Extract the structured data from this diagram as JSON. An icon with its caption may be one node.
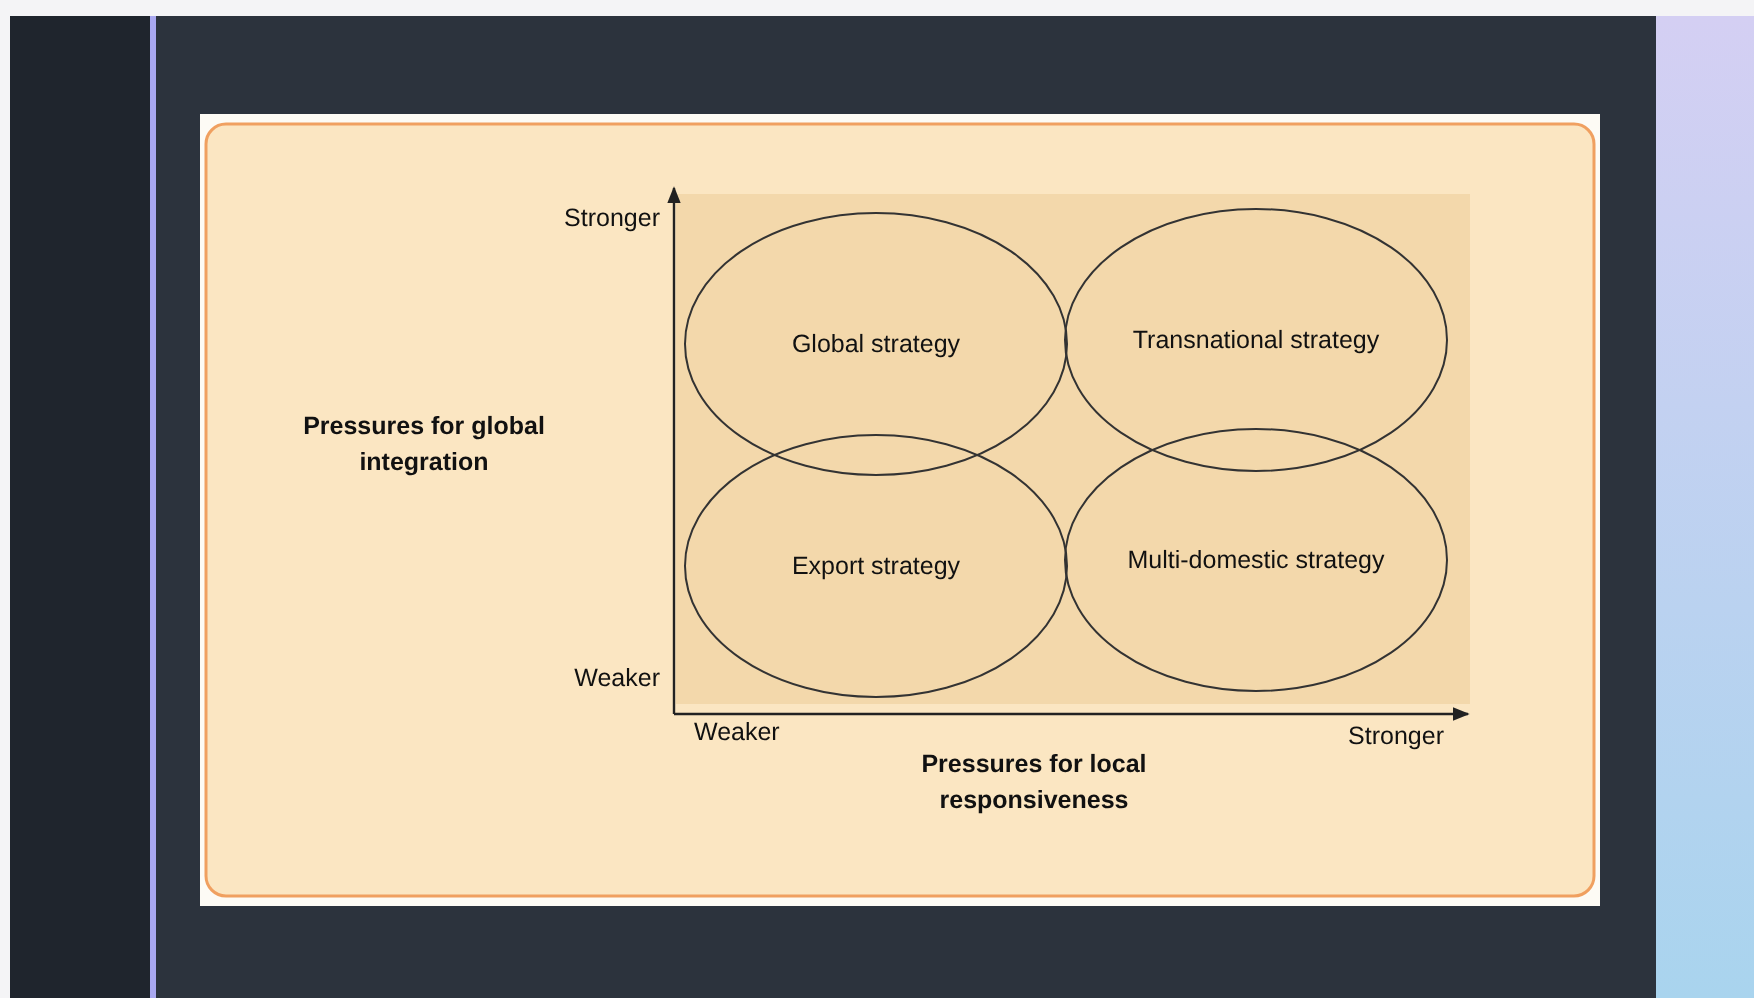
{
  "diagram": {
    "nodes": [
      {
        "text": [
          "Global strategy"
        ]
      },
      {
        "text": [
          "Transnational strategy"
        ]
      },
      {
        "text": [
          "Export strategy"
        ]
      },
      {
        "text": [
          "Multi-domestic strategy"
        ]
      }
    ],
    "labels": [
      "Stronger",
      "Pressures for global integration",
      "Weaker",
      "Weaker",
      "Stronger",
      "Pressures for local responsiveness"
    ]
  }
}
